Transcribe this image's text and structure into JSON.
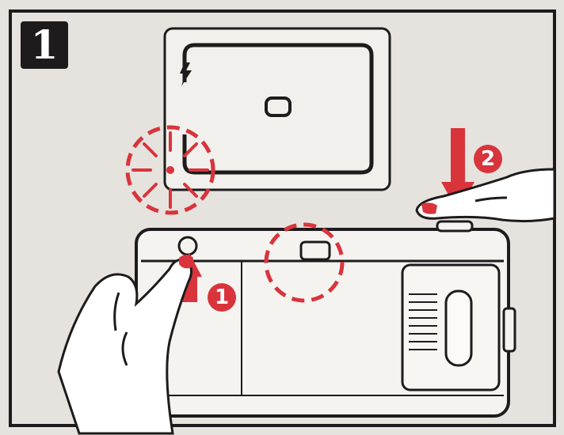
{
  "step": {
    "number": "1"
  },
  "callouts": [
    {
      "number": "1"
    },
    {
      "number": "2"
    }
  ],
  "colors": {
    "accent_red": "#d9343c",
    "line_black": "#1d1b1c",
    "paper": "#e6e3de",
    "skin": "#ffffff"
  },
  "icons": {
    "flash": "flash-icon",
    "focus_frame": "focus-bracket-icon",
    "lamp_glow": "lamp-glow-icon"
  }
}
